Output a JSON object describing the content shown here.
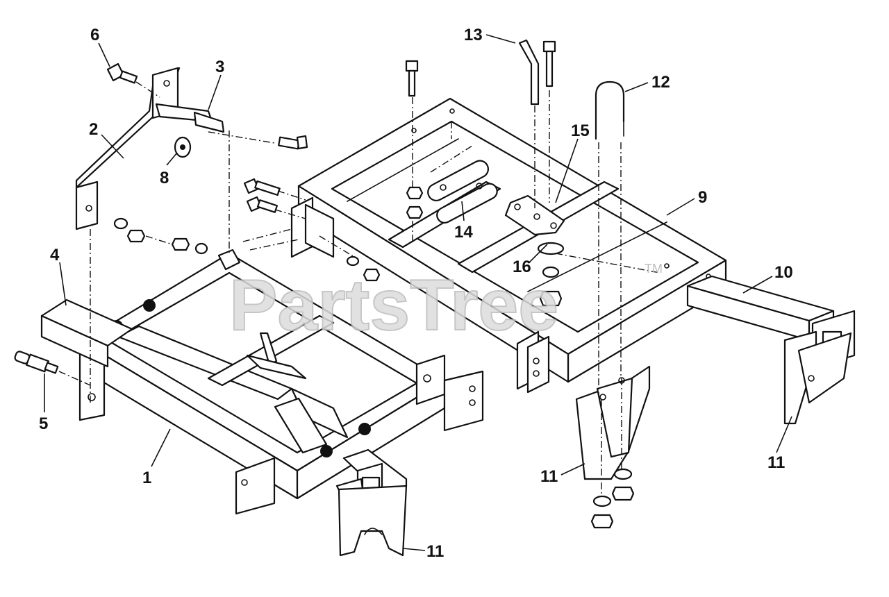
{
  "watermark": {
    "text": "PartsTree",
    "trademark": "TM"
  },
  "callouts": [
    {
      "id": "c1",
      "label": "1"
    },
    {
      "id": "c2",
      "label": "2"
    },
    {
      "id": "c3",
      "label": "3"
    },
    {
      "id": "c4",
      "label": "4"
    },
    {
      "id": "c5",
      "label": "5"
    },
    {
      "id": "c6",
      "label": "6"
    },
    {
      "id": "c8",
      "label": "8"
    },
    {
      "id": "c9",
      "label": "9"
    },
    {
      "id": "c10",
      "label": "10"
    },
    {
      "id": "c11a",
      "label": "11"
    },
    {
      "id": "c11b",
      "label": "11"
    },
    {
      "id": "c11c",
      "label": "11"
    },
    {
      "id": "c12",
      "label": "12"
    },
    {
      "id": "c13",
      "label": "13"
    },
    {
      "id": "c14",
      "label": "14"
    },
    {
      "id": "c15",
      "label": "15"
    },
    {
      "id": "c16",
      "label": "16"
    }
  ]
}
